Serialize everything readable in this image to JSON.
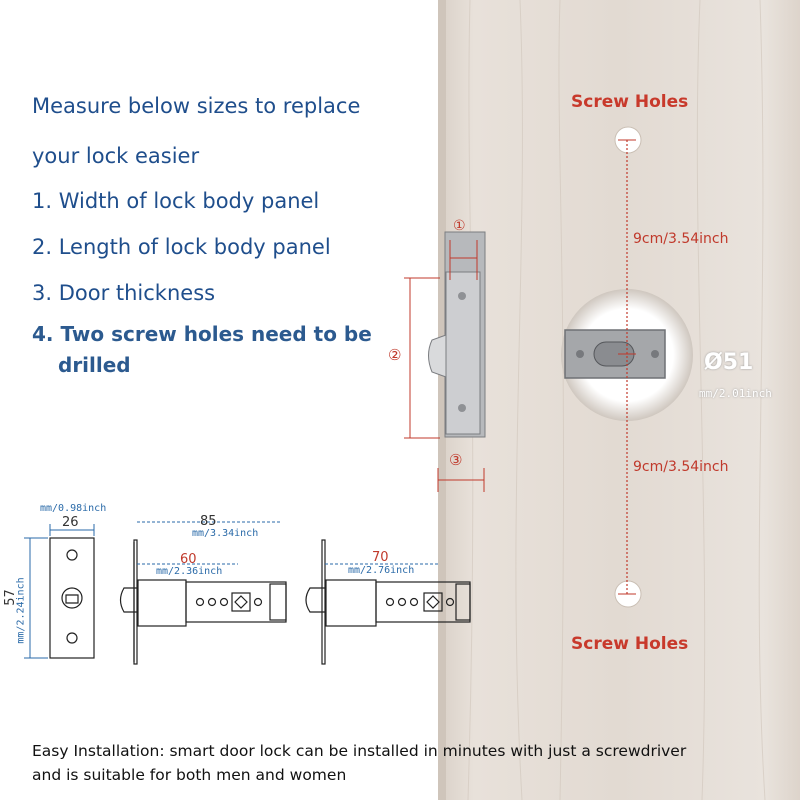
{
  "intro": {
    "line1": "Measure below sizes to replace",
    "line2": "your lock easier",
    "items": [
      "1. Width of lock body panel",
      "2. Length of lock body panel",
      "3. Door thickness",
      "4. Two screw holes need to be",
      "drilled"
    ]
  },
  "door": {
    "screw_holes_top": "Screw Holes",
    "screw_holes_bottom": "Screw Holes",
    "dist_top": "9cm/3.54inch",
    "dist_bottom": "9cm/3.54inch",
    "hole_diameter": "Ø51",
    "hole_diameter_unit": "mm/2.01inch"
  },
  "lock_callouts": {
    "c1": "①",
    "c2": "②",
    "c3": "③"
  },
  "drawings": {
    "plate_width_unit": "mm/0.98inch",
    "plate_width": "26",
    "plate_height": "57",
    "plate_height_unit": "mm/2.24inch",
    "latch_total": "85",
    "latch_total_unit": "mm/3.34inch",
    "latch_short": "60",
    "latch_short_unit": "mm/2.36inch",
    "latch_long": "70",
    "latch_long_unit": "mm/2.76inch"
  },
  "footer": {
    "line1": "Easy Installation: smart door lock can be installed in minutes with just a screwdriver",
    "line2": "and is suitable for both men and women"
  },
  "colors": {
    "heading": "#1f4e8c",
    "label_red": "#c8392b",
    "door": "#e4ddd6"
  }
}
